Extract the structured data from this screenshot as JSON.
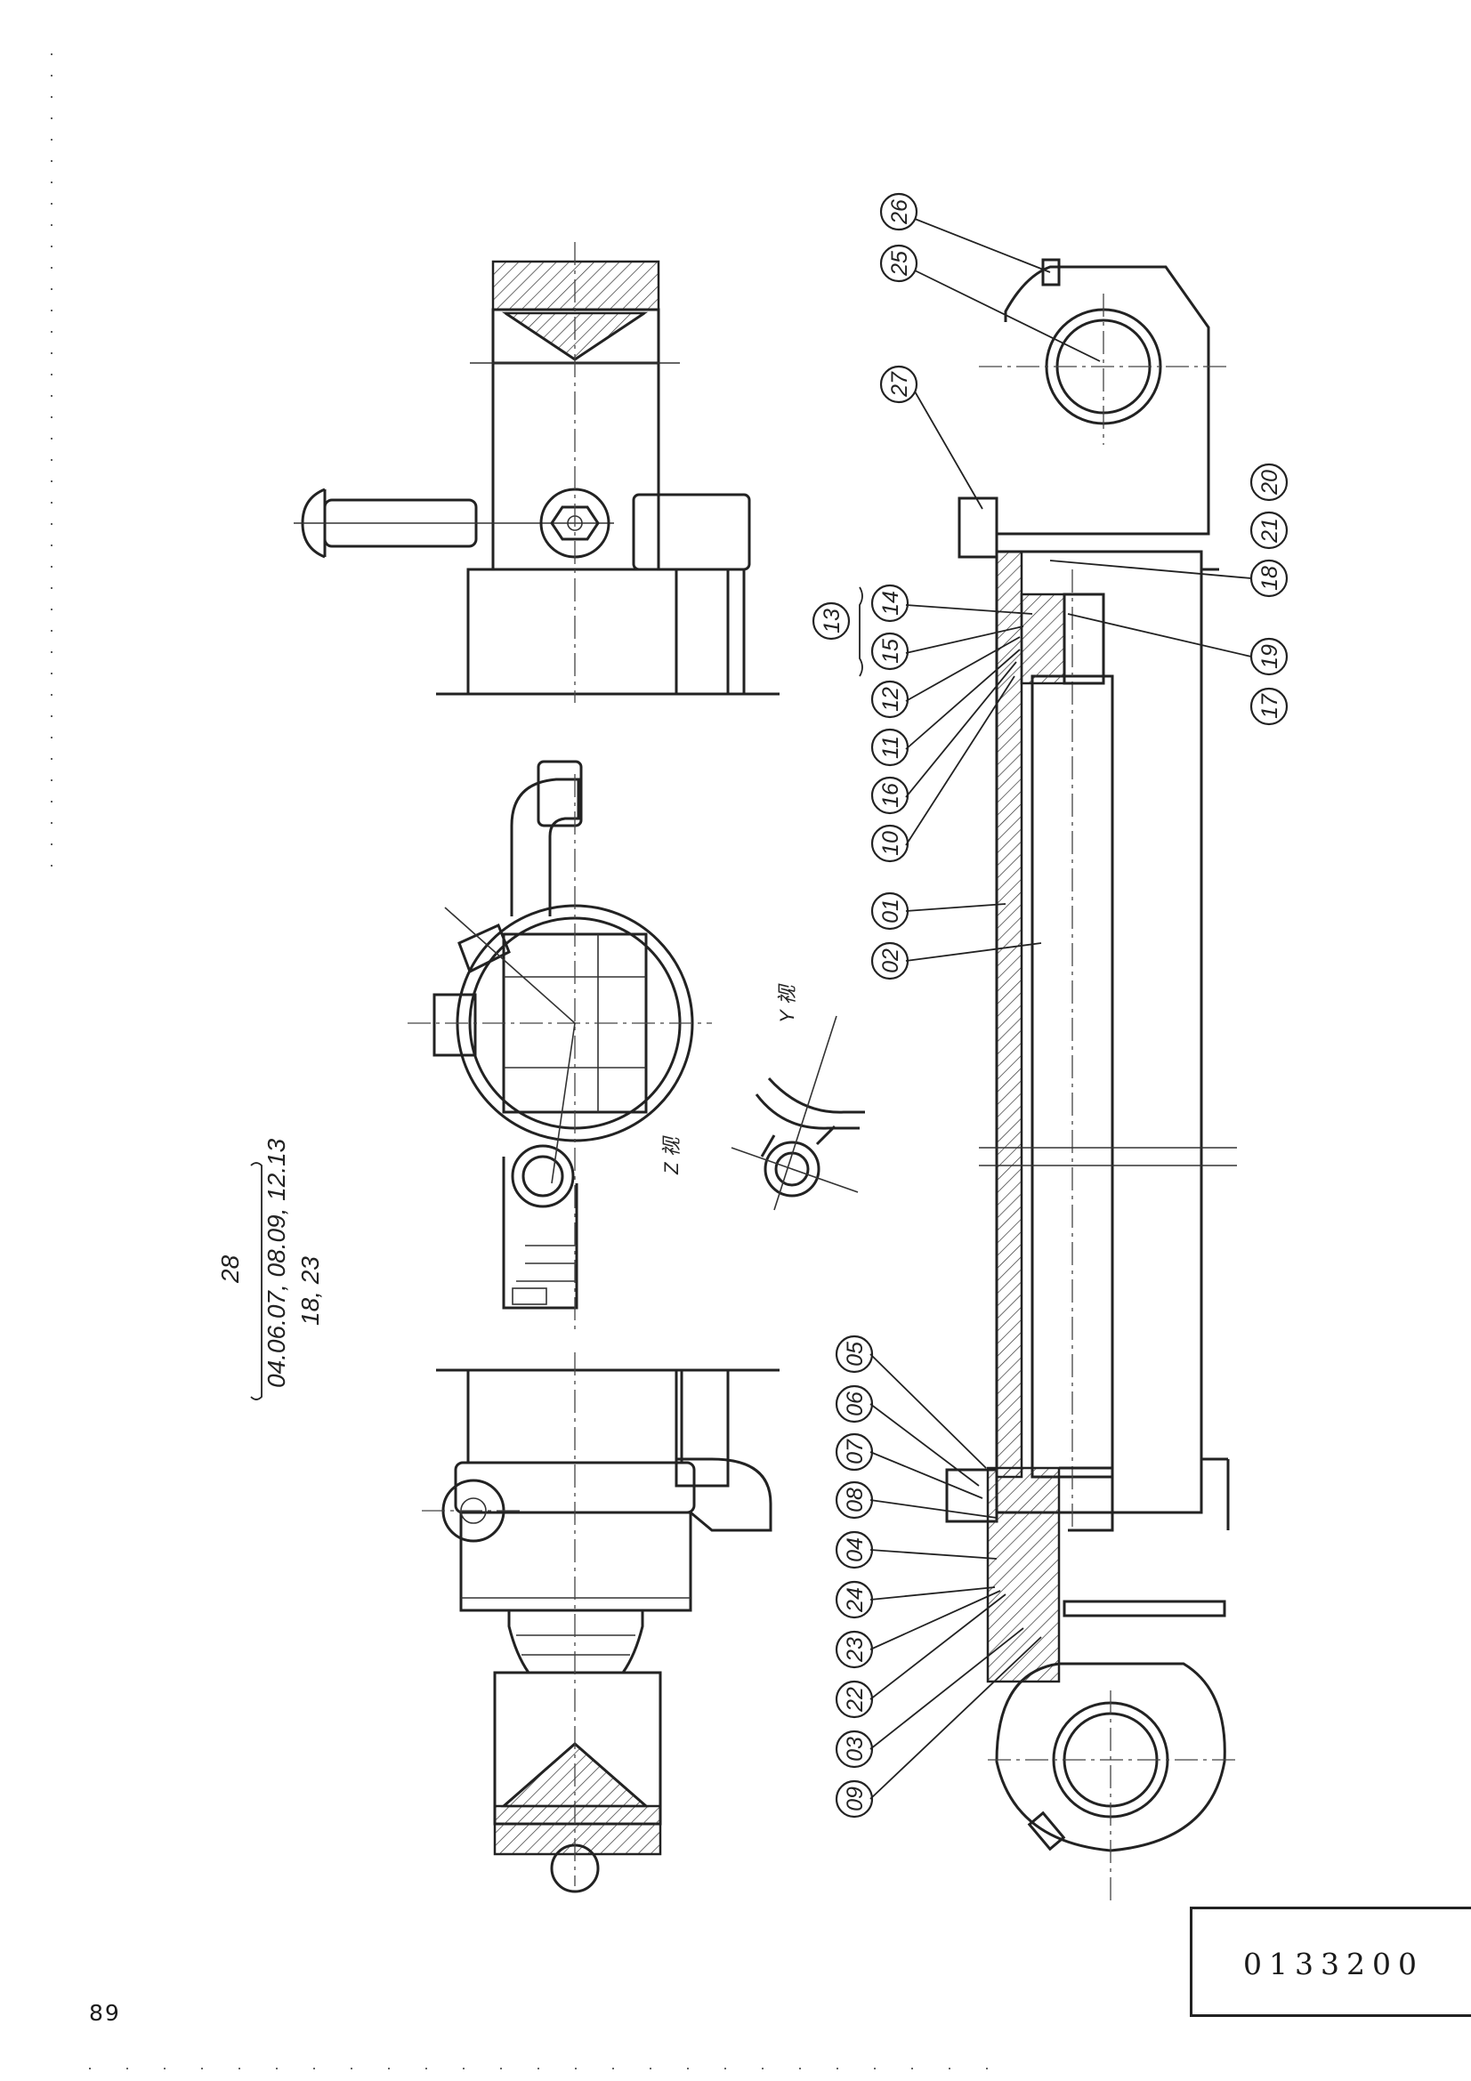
{
  "page_number": "89",
  "drawing_number": "0133200",
  "parts_note": {
    "line1": "28",
    "line2": "04.06.07, 08.09, 12.13",
    "line3": "18, 23"
  },
  "view_labels": {
    "y_view": "Y 视",
    "z_view": "Z 视"
  },
  "group_label": "13",
  "callouts_upper": [
    "26",
    "25",
    "27"
  ],
  "callouts_right_row": [
    "20",
    "21",
    "18"
  ],
  "callouts_lower_row": [
    "19",
    "17"
  ],
  "callouts_middle": [
    "14",
    "15",
    "12",
    "11",
    "16",
    "10",
    "01",
    "02"
  ],
  "callouts_left": [
    "05",
    "06",
    "07",
    "08",
    "04",
    "24",
    "23",
    "22",
    "03",
    "09"
  ]
}
